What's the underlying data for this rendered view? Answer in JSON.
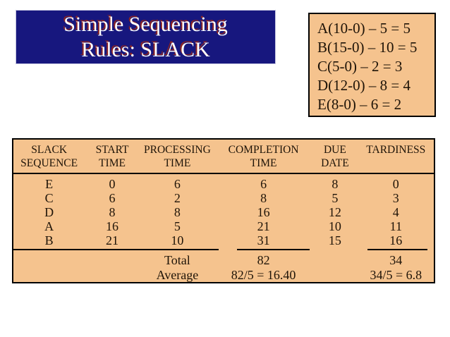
{
  "title": {
    "line1": "Simple Sequencing",
    "line2": "Rules: SLACK"
  },
  "slack_calculations": {
    "lines": [
      "A(10-0) – 5 = 5",
      "B(15-0) – 10 = 5",
      "C(5-0) – 2 = 3",
      "D(12-0) – 8 = 4",
      "E(8-0) – 6 = 2"
    ]
  },
  "table": {
    "headers": [
      {
        "line1": "SLACK",
        "line2": "SEQUENCE"
      },
      {
        "line1": "START",
        "line2": "TIME"
      },
      {
        "line1": "PROCESSING",
        "line2": "TIME"
      },
      {
        "line1": "COMPLETION",
        "line2": "TIME"
      },
      {
        "line1": "DUE",
        "line2": "DATE"
      },
      {
        "line1": "",
        "line2": "TARDINESS"
      }
    ],
    "rows": [
      [
        "E",
        "0",
        "6",
        "6",
        "8",
        "0"
      ],
      [
        "C",
        "6",
        "2",
        "8",
        "5",
        "3"
      ],
      [
        "D",
        "8",
        "8",
        "16",
        "12",
        "4"
      ],
      [
        "A",
        "16",
        "5",
        "21",
        "10",
        "11"
      ],
      [
        "B",
        "21",
        "10",
        "31",
        "15",
        "16"
      ]
    ],
    "total_row": {
      "label": "Total",
      "completion_total": "82",
      "tardiness_total": "34"
    },
    "average_row": {
      "label": "Average",
      "completion_average": "82/5 = 16.40",
      "tardiness_average": "34/5 = 6.8"
    }
  },
  "colors": {
    "title_bg": "#17177e",
    "title_text": "#ffffff",
    "title_shadow": "#8b2424",
    "panel_bg": "#f5c38e",
    "panel_border": "#000000",
    "table_text": "#1f1408"
  }
}
